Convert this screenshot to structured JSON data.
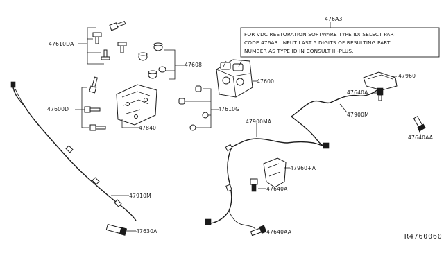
{
  "callouts": {
    "p47610DA": "47610DA",
    "p47608": "47608",
    "p47600": "47600",
    "p47600D": "47600D",
    "p47610G": "47610G",
    "p47840": "47840",
    "p47910M": "47910M",
    "p47630A": "47630A",
    "p476A3": "476A3",
    "p47960": "47960",
    "p47640A_top": "47640A",
    "p47900M": "47900M",
    "p47640AA_right": "47640AA",
    "p47900MA": "47900MA",
    "p47960A": "47960+A",
    "p47640A_mid": "47640A",
    "p47640AA_bottom": "47640AA"
  },
  "note": {
    "line1": "FOR VDC RESTORATION SOFTWARE TYPE ID: SELECT PART",
    "line2": "CODE 476A3. INPUT LAST 5 DIGITS OF RESULTING PART",
    "line3": "NUMBER AS TYPE ID IN CONSULT III-PLUS."
  },
  "reference_code": "R4760060"
}
